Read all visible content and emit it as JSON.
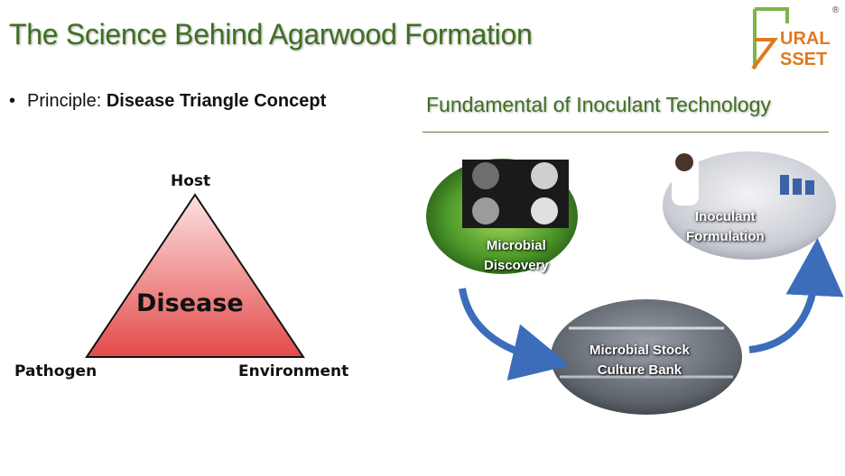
{
  "title": "The Science Behind Agarwood Formation",
  "logo": {
    "text_top": "URAL",
    "text_bottom": "SSET",
    "registered": "®"
  },
  "bullet": {
    "prefix": "Principle: ",
    "emphasis": "Disease Triangle Concept"
  },
  "triangle": {
    "top": "Host",
    "left": "Pathogen",
    "right": "Environment",
    "center": "Disease",
    "fill_top": "#fde2e2",
    "fill_bottom": "#e34a4a"
  },
  "process": {
    "heading": "Fundamental of Inoculant Technology",
    "steps": [
      {
        "line1": "Microbial",
        "line2": "Discovery"
      },
      {
        "line1": "Inoculant",
        "line2": "Formulation"
      },
      {
        "line1": "Microbial Stock",
        "line2": "Culture Bank"
      }
    ],
    "arrow_color": "#3b6dbb",
    "accent": "#3f6f22"
  }
}
